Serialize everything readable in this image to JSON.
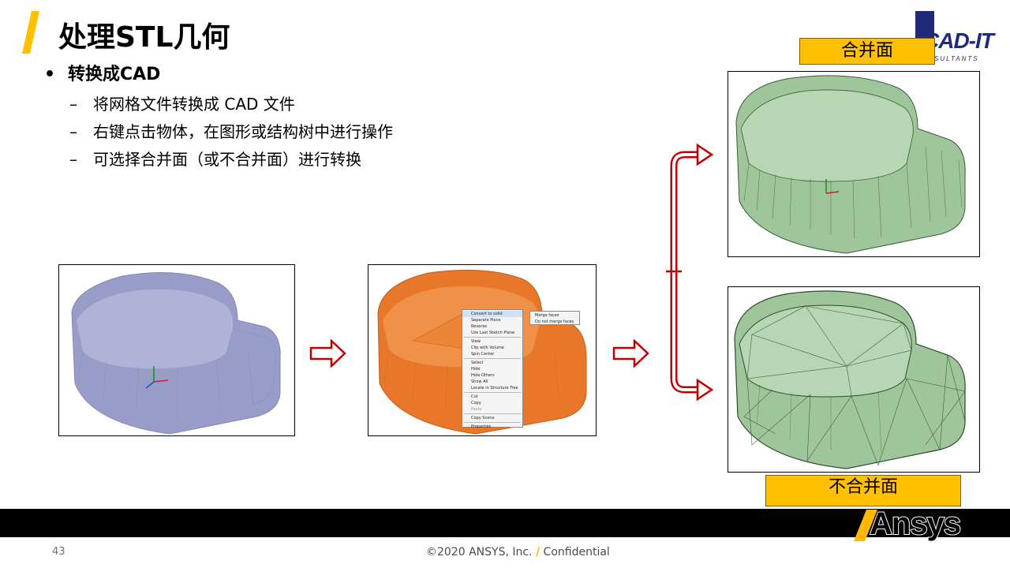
{
  "slide": {
    "title": "处理STL几何",
    "bullet": "转换成CAD",
    "bullet_marker": "•",
    "sub_marker": "–",
    "sub_items": [
      "将网格文件转换成 CAD 文件",
      "右键点击物体，在图形或结构树中进行操作",
      "可选择合并面（或不合并面）进行转换"
    ]
  },
  "labels": {
    "merge": "合并面",
    "no_merge": "不合并面"
  },
  "context_menu": {
    "items": [
      "Convert to solid",
      "Separate Piece",
      "Reverse",
      "Use Last Sketch Plane",
      "View",
      "Clip with Volume",
      "Spin Center",
      "Select",
      "Hide",
      "Hide Others",
      "Show All",
      "Locate in Structure Tree",
      "Cut",
      "Copy",
      "Paste",
      "Copy Scene",
      "Properties"
    ],
    "submenu": [
      "Merge faces",
      "Do not merge faces"
    ]
  },
  "logos": {
    "cadit_text": "CAD-IT",
    "cadit_sub": "SULTANTS",
    "ansys": "Ansys"
  },
  "footer": {
    "page_number": "43",
    "copyright_left": "©2020 ANSYS, Inc.",
    "copyright_slash": "/",
    "copyright_right": "Confidential"
  },
  "colors": {
    "accent_yellow": "#ffc000",
    "arrow_red": "#c00000",
    "mesh_blue": "#9a9cc8",
    "mesh_orange": "#e8772a",
    "mesh_green": "#9fc69b"
  }
}
